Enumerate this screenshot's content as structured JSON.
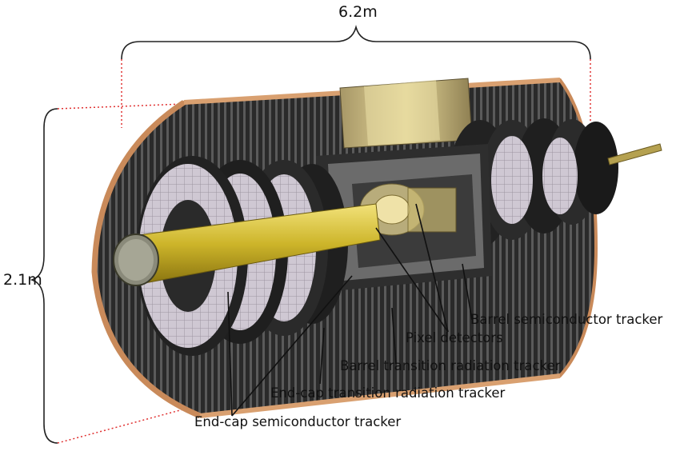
{
  "dimensions": {
    "length": "6.2m",
    "diameter": "2.1m"
  },
  "labels": {
    "barrel_sct": "Barrel semiconductor tracker",
    "pixel": "Pixel detectors",
    "barrel_trt": "Barrel transition radiation tracker",
    "endcap_trt": "End-cap transition radiation tracker",
    "endcap_sct": "End-cap semiconductor tracker"
  },
  "colors": {
    "outer_shell": "#c98a5a",
    "module_dark": "#1f1f1f",
    "module_grey": "#6b6b6b",
    "disk_face": "#bdb5c2",
    "beam_pipe": "#d9c73a",
    "support_tan": "#d8c98c",
    "dim_dotted": "#e03030"
  }
}
